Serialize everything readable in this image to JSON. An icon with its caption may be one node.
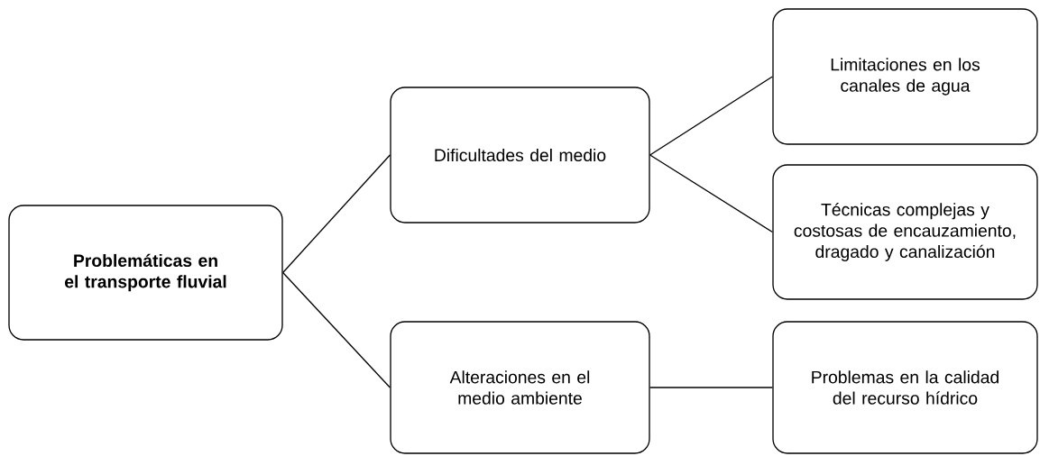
{
  "diagram": {
    "nodes": [
      {
        "text": [
          "Problemáticas en el transporte fluvial"
        ]
      },
      {
        "text": [
          "Dificultades del medio"
        ]
      },
      {
        "text": [
          "Limitaciones en los canales de agua"
        ]
      },
      {
        "text": [
          "Técnicas complejas y costosas de encauzamiento, dragado y canalización"
        ]
      },
      {
        "text": [
          "Alteraciones en el medio ambiente"
        ]
      },
      {
        "text": [
          "Problemas en la calidad del recurso hídrico"
        ]
      }
    ],
    "edges": [
      {
        "from": 0,
        "to": 1,
        "arrow": "none"
      },
      {
        "from": 0,
        "to": 4,
        "arrow": "none"
      },
      {
        "from": 1,
        "to": 2,
        "arrow": "none"
      },
      {
        "from": 1,
        "to": 3,
        "arrow": "none"
      },
      {
        "from": 4,
        "to": 5,
        "arrow": "none"
      }
    ]
  }
}
